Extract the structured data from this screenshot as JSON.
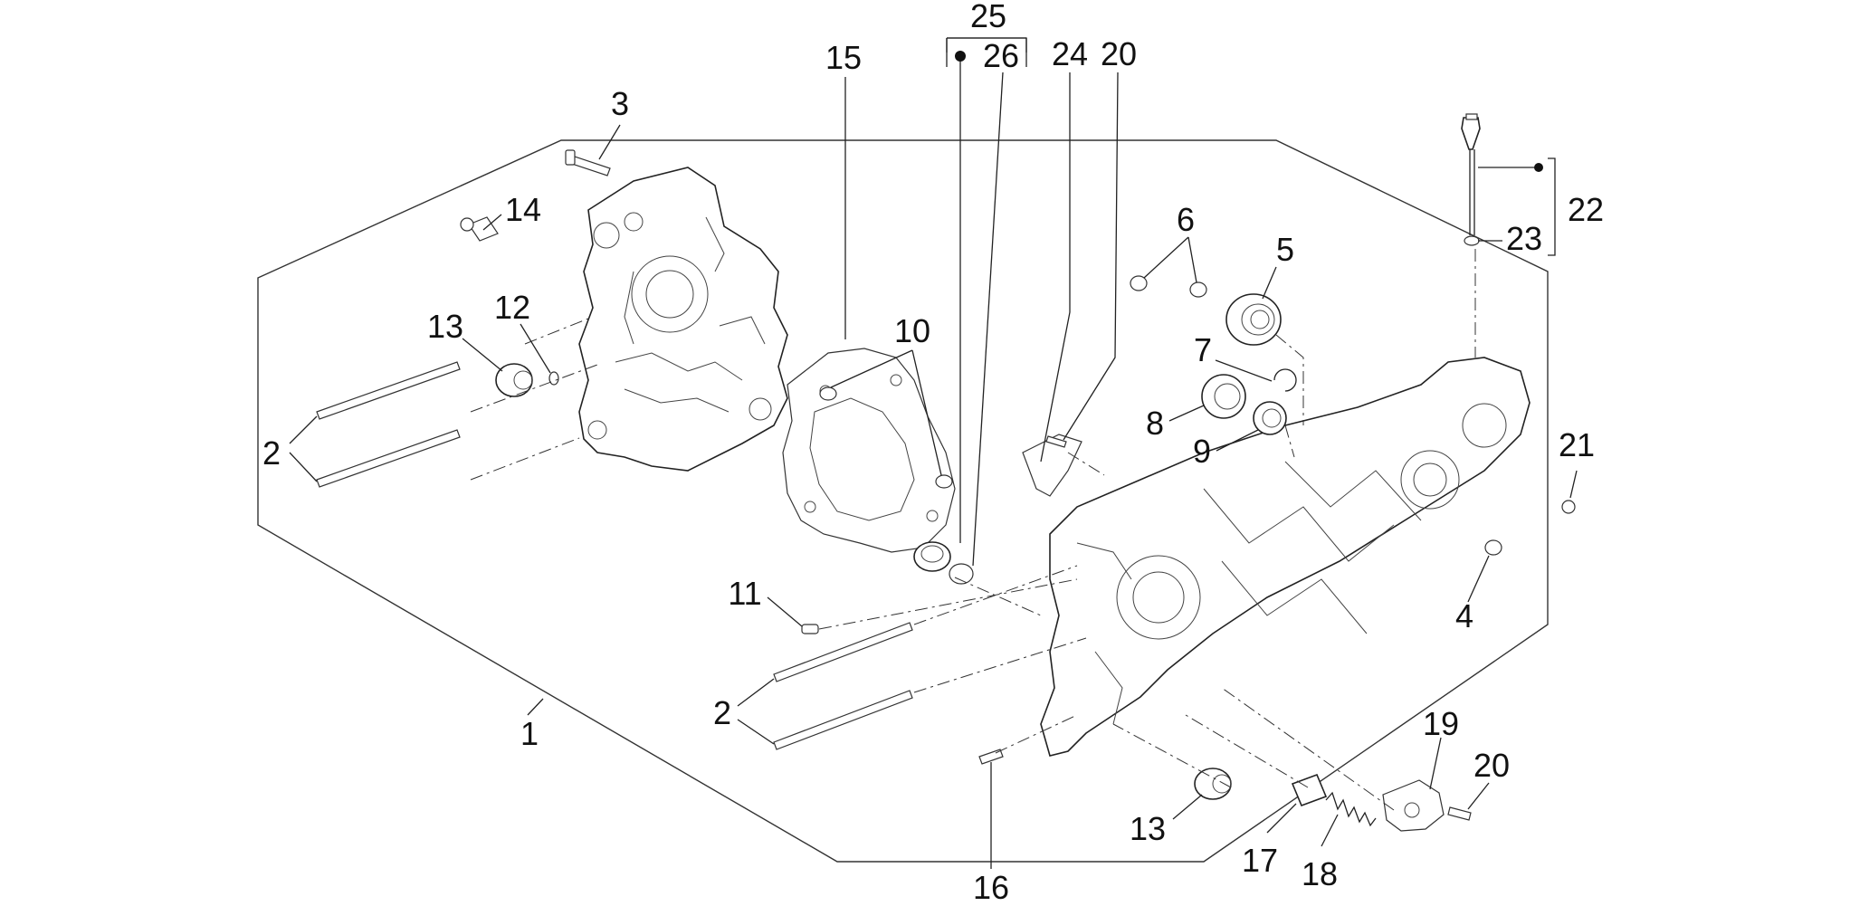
{
  "callouts": {
    "c1": "1",
    "c2a": "2",
    "c2b": "2",
    "c3": "3",
    "c4": "4",
    "c5": "5",
    "c6": "6",
    "c7": "7",
    "c8": "8",
    "c9": "9",
    "c10": "10",
    "c11": "11",
    "c12": "12",
    "c13a": "13",
    "c13b": "13",
    "c14": "14",
    "c15": "15",
    "c16": "16",
    "c17": "17",
    "c18": "18",
    "c19": "19",
    "c20a": "20",
    "c20b": "20",
    "c21": "21",
    "c22": "22",
    "c23": "23",
    "c24": "24",
    "c25": "25",
    "c26": "26"
  }
}
